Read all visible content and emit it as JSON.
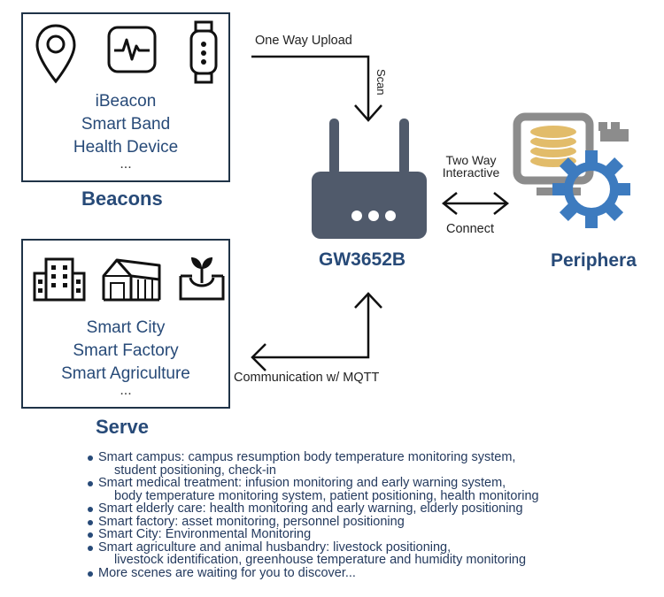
{
  "beacons": {
    "items": [
      "iBeacon",
      "Smart Band",
      "Health Device"
    ],
    "more": "...",
    "title": "Beacons"
  },
  "serve": {
    "items": [
      "Smart City",
      "Smart Factory",
      "Smart Agriculture"
    ],
    "more": "...",
    "title": "Serve"
  },
  "gateway": {
    "name": "GW3652B"
  },
  "peripheral": {
    "name": "Periphera"
  },
  "labels": {
    "upload": "One Way Upload",
    "scan": "Scan",
    "two_way_1": "Two Way",
    "two_way_2": "Interactive",
    "connect": "Connect",
    "mqtt": "Communication w/ MQTT"
  },
  "scenes": [
    {
      "main": "Smart campus: campus resumption body temperature monitoring system,",
      "sub": "student positioning, check-in"
    },
    {
      "main": "Smart medical treatment: infusion monitoring and early warning system,",
      "sub": "body temperature monitoring system, patient positioning, health monitoring"
    },
    {
      "main": "Smart elderly care: health monitoring and early warning, elderly positioning",
      "sub": ""
    },
    {
      "main": "Smart factory: asset monitoring, personnel positioning",
      "sub": ""
    },
    {
      "main": "Smart City: Environmental Monitoring",
      "sub": ""
    },
    {
      "main": "Smart agriculture and animal husbandry: livestock positioning,",
      "sub": "livestock identification, greenhouse temperature and humidity monitoring"
    },
    {
      "main": "More scenes are waiting for you to discover...",
      "sub": ""
    }
  ],
  "colors": {
    "accent": "#274a78",
    "gateway": "#505a6b",
    "peripheral_gray": "#8c8c8c",
    "peripheral_gold": "#e2bc6a",
    "gear_blue": "#3d7bbf"
  }
}
